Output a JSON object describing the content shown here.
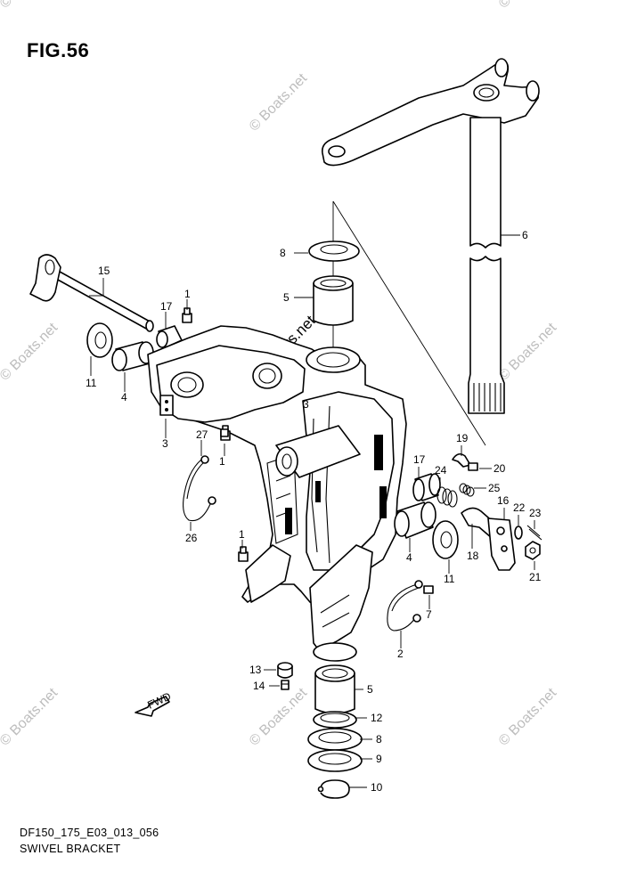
{
  "figure": {
    "title": "FIG.56",
    "code": "DF150_175_E03_013_056",
    "name": "SWIVEL BRACKET"
  },
  "watermark": {
    "text": "© Boats.net",
    "color": "#bdbdbd"
  },
  "arrow_label": "FWD",
  "callouts": [
    "1",
    "1",
    "1",
    "2",
    "3",
    "4",
    "4",
    "5",
    "5",
    "6",
    "7",
    "8",
    "8",
    "9",
    "10",
    "11",
    "11",
    "12",
    "13",
    "14",
    "15",
    "16",
    "17",
    "17",
    "18",
    "19",
    "20",
    "21",
    "22",
    "23",
    "24",
    "25",
    "26",
    "27"
  ]
}
